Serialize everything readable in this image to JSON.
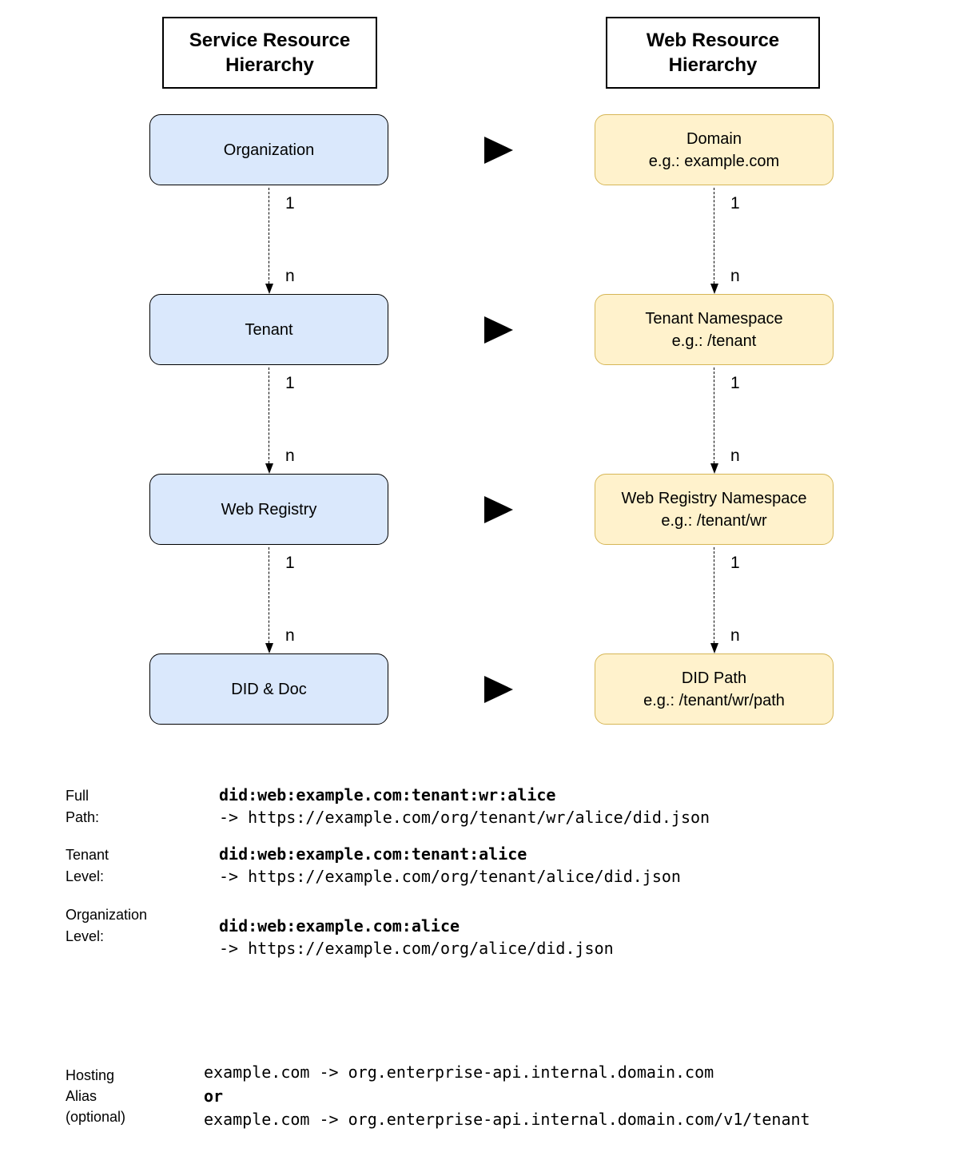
{
  "colors": {
    "service_box_fill": "#dae8fc",
    "service_box_border": "#000000",
    "web_box_fill": "#fff2cc",
    "web_box_border": "#d6b656",
    "arrow": "#000000"
  },
  "headers": {
    "service": "Service Resource\nHierarchy",
    "web": "Web Resource\nHierarchy"
  },
  "rows": [
    {
      "service": "Organization",
      "web_title": "Domain",
      "web_subtitle": "e.g.: example.com"
    },
    {
      "service": "Tenant",
      "web_title": "Tenant Namespace",
      "web_subtitle": "e.g.: /tenant"
    },
    {
      "service": "Web Registry",
      "web_title": "Web Registry Namespace",
      "web_subtitle": "e.g.: /tenant/wr"
    },
    {
      "service": "DID & Doc",
      "web_title": "DID Path",
      "web_subtitle": "e.g.: /tenant/wr/path"
    }
  ],
  "connectors": [
    {
      "upper": "1",
      "lower": "n"
    },
    {
      "upper": "1",
      "lower": "n"
    },
    {
      "upper": "1",
      "lower": "n"
    }
  ],
  "mappings": [
    {
      "label": "Full\nPath:",
      "did": "did:web:example.com:tenant:wr:alice",
      "url": "-> https://example.com/org/tenant/wr/alice/did.json"
    },
    {
      "label": "Tenant\nLevel:",
      "did": "did:web:example.com:tenant:alice",
      "url": "-> https://example.com/org/tenant/alice/did.json"
    },
    {
      "label": "Organization\nLevel:",
      "did": "did:web:example.com:alice",
      "url": "-> https://example.com/org/alice/did.json"
    }
  ],
  "hosting_alias": {
    "label": "Hosting\nAlias\n(optional)",
    "line1": "example.com -> org.enterprise-api.internal.domain.com",
    "line2": "or",
    "line3": "example.com -> org.enterprise-api.internal.domain.com/v1/tenant"
  }
}
